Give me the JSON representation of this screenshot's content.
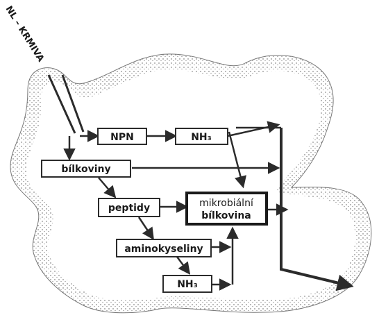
{
  "diagram": {
    "input_label": "NL – KRMIVA",
    "nodes": {
      "npn": "NPN",
      "nh3_top": "NH₃",
      "bilkoviny": "bílkoviny",
      "peptidy": "peptidy",
      "mikrobialni_line1": "mikrobiální",
      "mikrobialni_line2": "bílkovina",
      "aminokyseliny": "aminokyseliny",
      "nh3_bottom": "NH₃"
    },
    "colors": {
      "stroke": "#2b2b2b",
      "stipple": "#6a6a6a",
      "box_fill": "#ffffff"
    }
  }
}
